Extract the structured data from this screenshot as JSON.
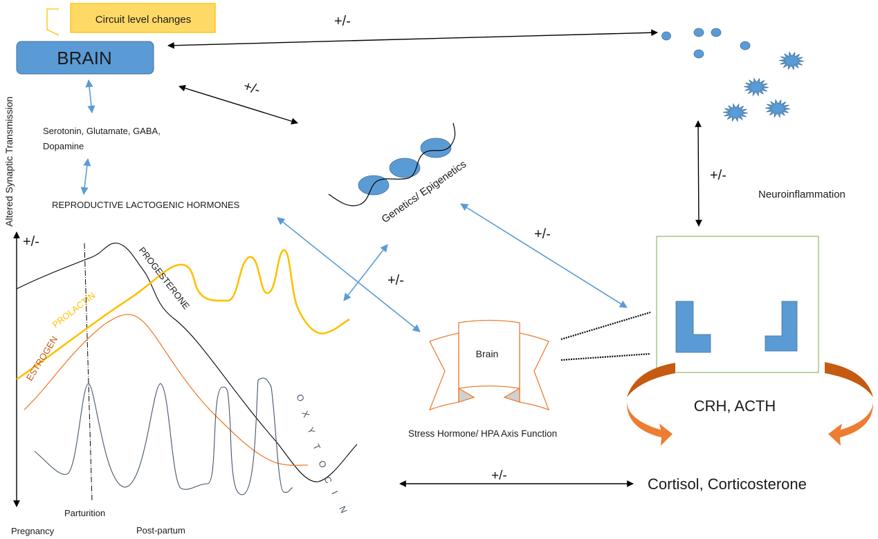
{
  "colors": {
    "blue": "#5b9bd5",
    "blue_dark": "#41719c",
    "orange": "#ed7d31",
    "orange_dark": "#c55a11",
    "gold": "#ffc000",
    "yellow_box": "#ffd966",
    "green": "#70ad47",
    "oxytocin": "#44546a",
    "black": "#000000"
  },
  "nodes": {
    "circuit": "Circuit level changes",
    "brain": "BRAIN",
    "neurotransmitters_line1": "Serotonin,  Glutamate, GABA,",
    "neurotransmitters_line2": "Dopamine",
    "reproductive": "REPRODUCTIVE LACTOGENIC HORMONES",
    "synaptic": "Altered Synaptic Transmission",
    "genetics": "Genetics/ Epigenetics",
    "neuroinflammation": "Neuroinflammation",
    "hpa_brain": "Brain",
    "hpa_caption": "Stress Hormone/  HPA Axis Function",
    "crh": "CRH, ACTH",
    "cortisol": "Cortisol, Corticosterone"
  },
  "relations": {
    "brain_neuroinflammation": "+/-",
    "brain_genetics": "+/-",
    "neuroinflammation_adrenal": "+/-",
    "genetics_hpa": "+/-",
    "genetics_adrenal": "+/-",
    "cortisol_chart": "+/-",
    "chart_axis": "+/-"
  },
  "hormone_chart": {
    "curves": [
      "PROGESTERONE",
      "PROLACTIN",
      "ESTROGEN",
      "OXYTOCIN"
    ],
    "phases": [
      "Pregnancy",
      "Parturition",
      "Post-partum"
    ],
    "axis_label": "+/-"
  }
}
